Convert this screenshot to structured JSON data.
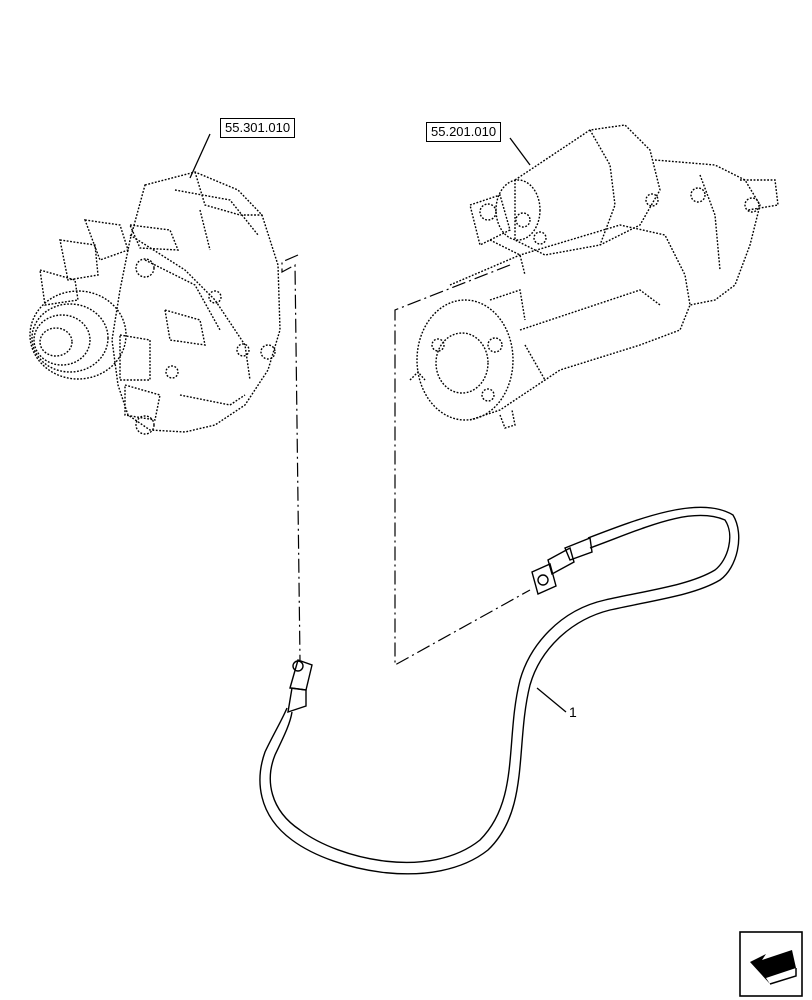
{
  "references": {
    "alternator": "55.301.010",
    "starter": "55.201.010"
  },
  "callouts": {
    "cable": "1"
  },
  "navigation": {
    "icon": "arrow-nav-icon"
  },
  "colors": {
    "line": "#000000",
    "background": "#ffffff"
  }
}
